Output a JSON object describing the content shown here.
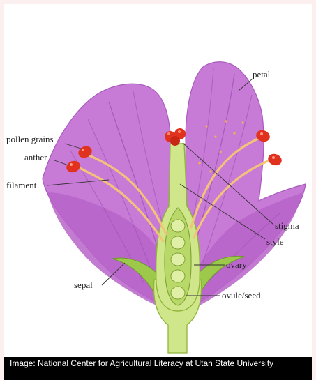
{
  "diagram": {
    "labels": {
      "petal": "petal",
      "pollen_grains": "pollen grains",
      "anther": "anther",
      "filament": "filament",
      "stigma": "stigma",
      "style": "style",
      "ovary": "ovary",
      "sepal": "sepal",
      "ovule_seed": "ovule/seed"
    },
    "colors": {
      "petal": "#c77bd6",
      "petal_dark": "#9b4db0",
      "pistil": "#cfe68a",
      "pistil_outline": "#8fb43a",
      "ovule": "#b9d86a",
      "anther": "#e0321f",
      "filament": "#f3c37a",
      "sepal": "#9cc94a"
    }
  },
  "caption": {
    "text": "Image: National Center for Agricultural Literacy at Utah State University"
  }
}
